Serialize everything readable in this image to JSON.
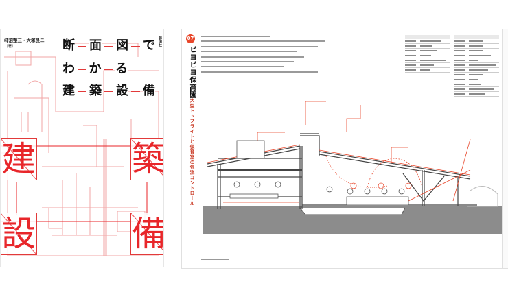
{
  "cover": {
    "author": "柿沼整三・大塚良二",
    "author_role": "［著］",
    "title_lines": [
      [
        "断",
        "面",
        "図",
        "で"
      ],
      [
        "わ",
        "か",
        "る"
      ],
      [
        "建",
        "築",
        "設",
        "備"
      ]
    ],
    "big_chars": [
      "建",
      "設",
      "築",
      "備"
    ],
    "publisher": "彰国社"
  },
  "spread": {
    "chapter_number": "07",
    "title": "ピヨピヨ保育園",
    "subtitle": "大型トップライトと保育室の気流コントロール"
  },
  "colors": {
    "accent_red": "#e8262a",
    "pipe_red": "#f0a0a0",
    "chapter_badge": "#e8462a"
  }
}
